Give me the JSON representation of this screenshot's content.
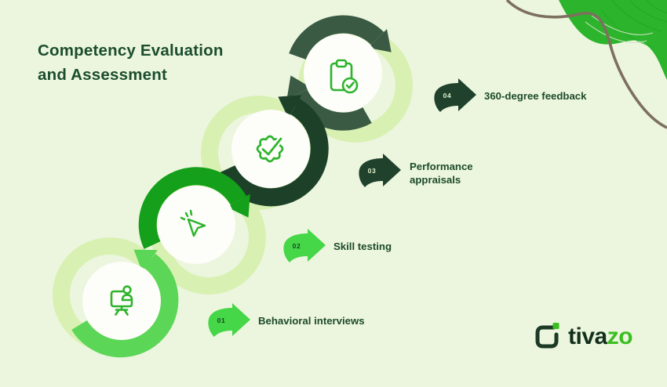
{
  "title": {
    "line1": "Competency Evaluation",
    "line2": "and Assessment"
  },
  "steps": [
    {
      "number": "01",
      "label": "Behavioral interviews",
      "icon": "presentation-interview-icon"
    },
    {
      "number": "02",
      "label": "Skill testing",
      "icon": "cursor-click-icon"
    },
    {
      "number": "03",
      "label": "Performance appraisals",
      "icon": "badge-check-icon"
    },
    {
      "number": "04",
      "label": "360-degree feedback",
      "icon": "clipboard-check-icon"
    }
  ],
  "logo": {
    "text_primary": "tiva",
    "text_accent": "zo",
    "icon": "tivazo-bracket-icon"
  },
  "colors": {
    "background": "#ecf6de",
    "title_text": "#1b4d2e",
    "label_text": "#1c4a2b",
    "ring_step1": "#5cd657",
    "ring_step2": "#14a01a",
    "ring_step3": "#1d4128",
    "ring_step4": "#3a5a43",
    "ring_halo": "#d9f0b3",
    "icon_stroke": "#2db42d",
    "arrow_bright": "#45d747",
    "arrow_dark": "#20422c",
    "blob_green": "#2cb52c",
    "wire_brown": "#7e6f5e",
    "logo_accent": "#3abf1f"
  }
}
